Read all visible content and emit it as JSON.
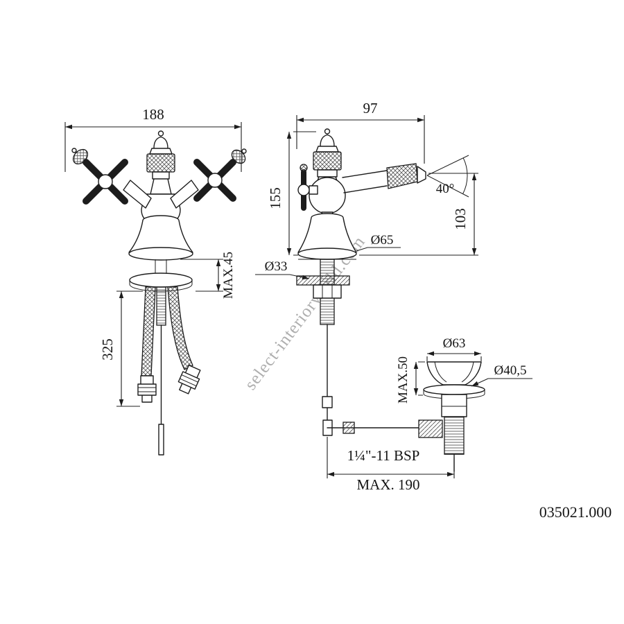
{
  "watermark": "select-interiorworld.com",
  "part_number": "035021.000",
  "front_view": {
    "dim_width": "188",
    "dim_deck_thickness": "MAX.45",
    "dim_hose_length": "325"
  },
  "side_view": {
    "dim_spout_reach": "97",
    "dim_body_height": "155",
    "dim_outlet_height": "103",
    "dim_spray_angle": "40°",
    "dim_base_diameter": "Ø65",
    "dim_hole_diameter": "Ø33",
    "dim_thread": "1¼\"-11 BSP",
    "dim_rod_reach": "MAX. 190"
  },
  "drain": {
    "dim_flange_diameter": "Ø63",
    "dim_max_thickness": "MAX.50",
    "dim_body_diameter": "Ø40,5"
  }
}
